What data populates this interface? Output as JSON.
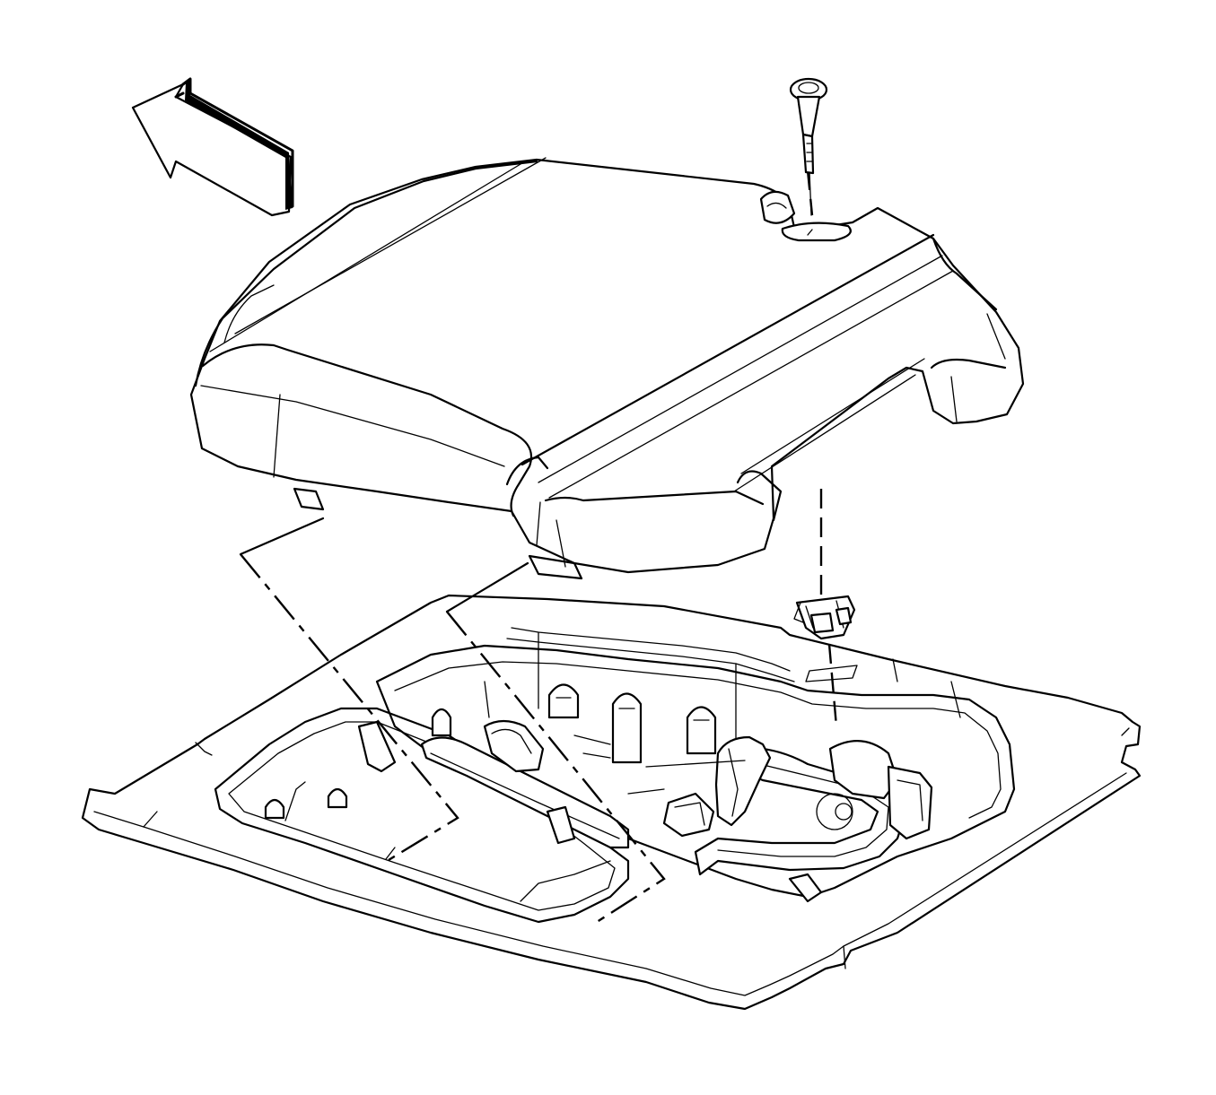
{
  "diagram": {
    "kind": "exploded-view line illustration",
    "colors": {
      "line": "#000000",
      "background": "#ffffff"
    },
    "parts": [
      {
        "id": "forward-direction-arrow",
        "icon": "arrow-up-left-icon"
      },
      {
        "id": "cover-panel"
      },
      {
        "id": "push-pin-retainer"
      },
      {
        "id": "retainer-clip"
      },
      {
        "id": "floor-pan-base"
      },
      {
        "id": "wiring-harness"
      }
    ]
  }
}
